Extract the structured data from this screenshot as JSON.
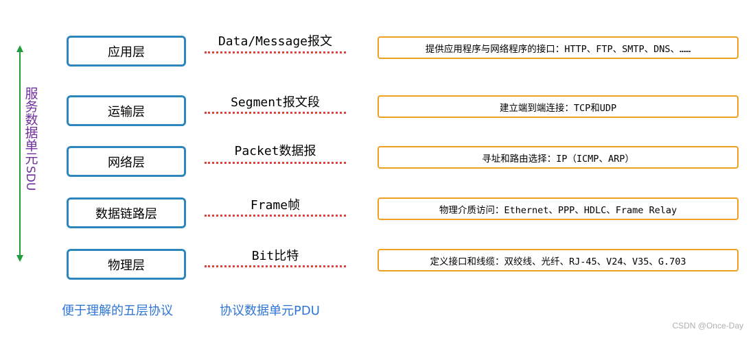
{
  "sdu": {
    "chars": [
      "服",
      "务",
      "数",
      "据",
      "单",
      "元",
      "SDU"
    ],
    "color": "#7030a0",
    "arrow_color": "#1e9e3a"
  },
  "layers": [
    {
      "name": "应用层",
      "pdu": "Data/Message报文",
      "desc": "提供应用程序与网络程序的接口：HTTP、FTP、SMTP、DNS、……"
    },
    {
      "name": "运输层",
      "pdu": "Segment报文段",
      "desc": "建立端到端连接：TCP和UDP"
    },
    {
      "name": "网络层",
      "pdu": "Packet数据报",
      "desc": "寻址和路由选择：IP（ICMP、ARP）"
    },
    {
      "name": "数据链路层",
      "pdu": "Frame帧",
      "desc": "物理介质访问：Ethernet、PPP、HDLC、Frame Relay"
    },
    {
      "name": "物理层",
      "pdu": "Bit比特",
      "desc": "定义接口和线缆：双绞线、光纤、RJ-45、V24、V35、G.703"
    }
  ],
  "footer": {
    "left": "便于理解的五层协议",
    "right": "协议数据单元PDU"
  },
  "watermark": "CSDN @Once-Day",
  "colors": {
    "layer_border": "#2e86c1",
    "desc_border": "#f0a020",
    "dots": "#e0403a",
    "footer_text": "#2e75d6"
  }
}
